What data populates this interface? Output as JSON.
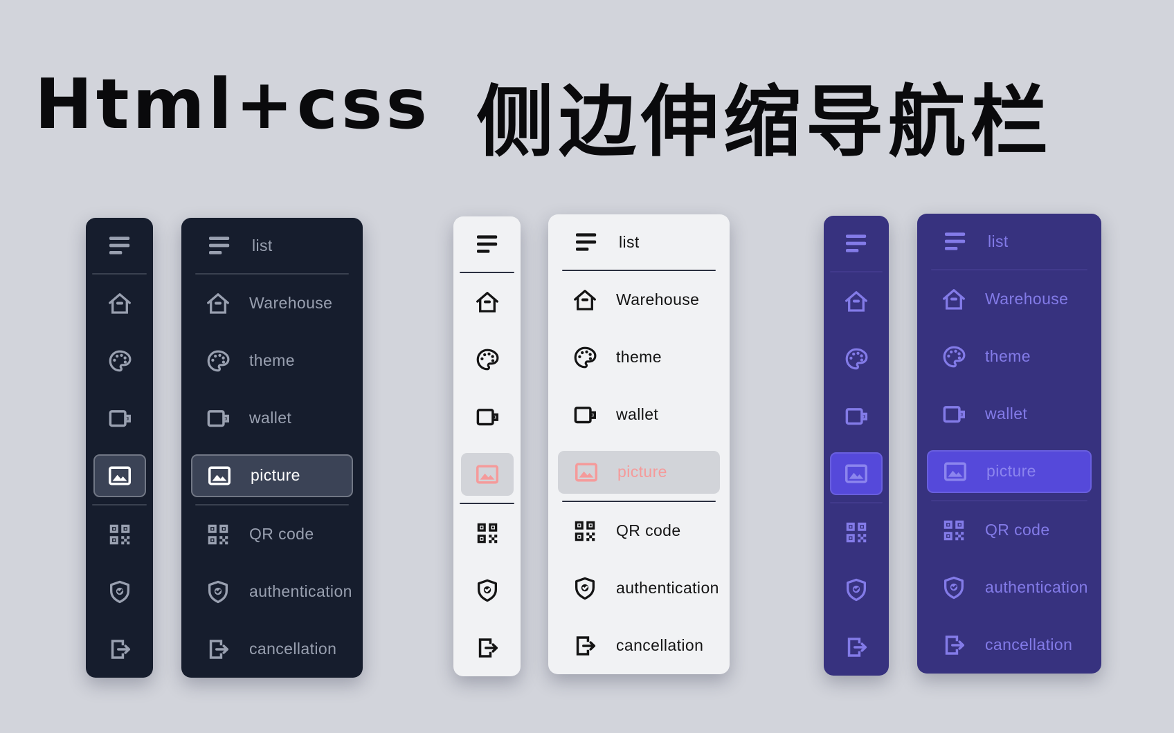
{
  "page": {
    "background_color": "#d2d4db",
    "title": {
      "latin": "Html+css",
      "cjk": "侧边伸缩导航栏"
    }
  },
  "nav": {
    "toggle": {
      "label": "list",
      "icon": "menu-icon"
    },
    "items": [
      {
        "id": "warehouse",
        "label": "Warehouse",
        "icon": "home-icon",
        "active": false
      },
      {
        "id": "theme",
        "label": "theme",
        "icon": "palette-icon",
        "active": false
      },
      {
        "id": "wallet",
        "label": "wallet",
        "icon": "wallet-icon",
        "active": false
      },
      {
        "id": "picture",
        "label": "picture",
        "icon": "image-icon",
        "active": true
      },
      {
        "id": "qr-code",
        "label": "QR code",
        "icon": "qr-code-icon",
        "active": false
      },
      {
        "id": "authentication",
        "label": "authentication",
        "icon": "shield-check-icon",
        "active": false
      },
      {
        "id": "cancellation",
        "label": "cancellation",
        "icon": "logout-icon",
        "active": false
      }
    ],
    "divider_after": [
      "toggle",
      "picture"
    ]
  },
  "themes": [
    {
      "name": "dark",
      "bg": "#161d2d",
      "fg": "#99a0b0",
      "divider": "#3a4150",
      "active_bg": "#3b4356",
      "active_fg": "#ffffff"
    },
    {
      "name": "light",
      "bg": "#f1f2f4",
      "fg": "#141414",
      "divider": "#2b3040",
      "active_bg": "#d2d4d9",
      "active_fg": "#f59a9a"
    },
    {
      "name": "purple",
      "bg": "#37327f",
      "fg": "#837be8",
      "divider": "#413a8c",
      "active_bg": "#5549da",
      "active_fg": "#8c85ee"
    }
  ],
  "variants": [
    "collapsed",
    "expanded"
  ]
}
